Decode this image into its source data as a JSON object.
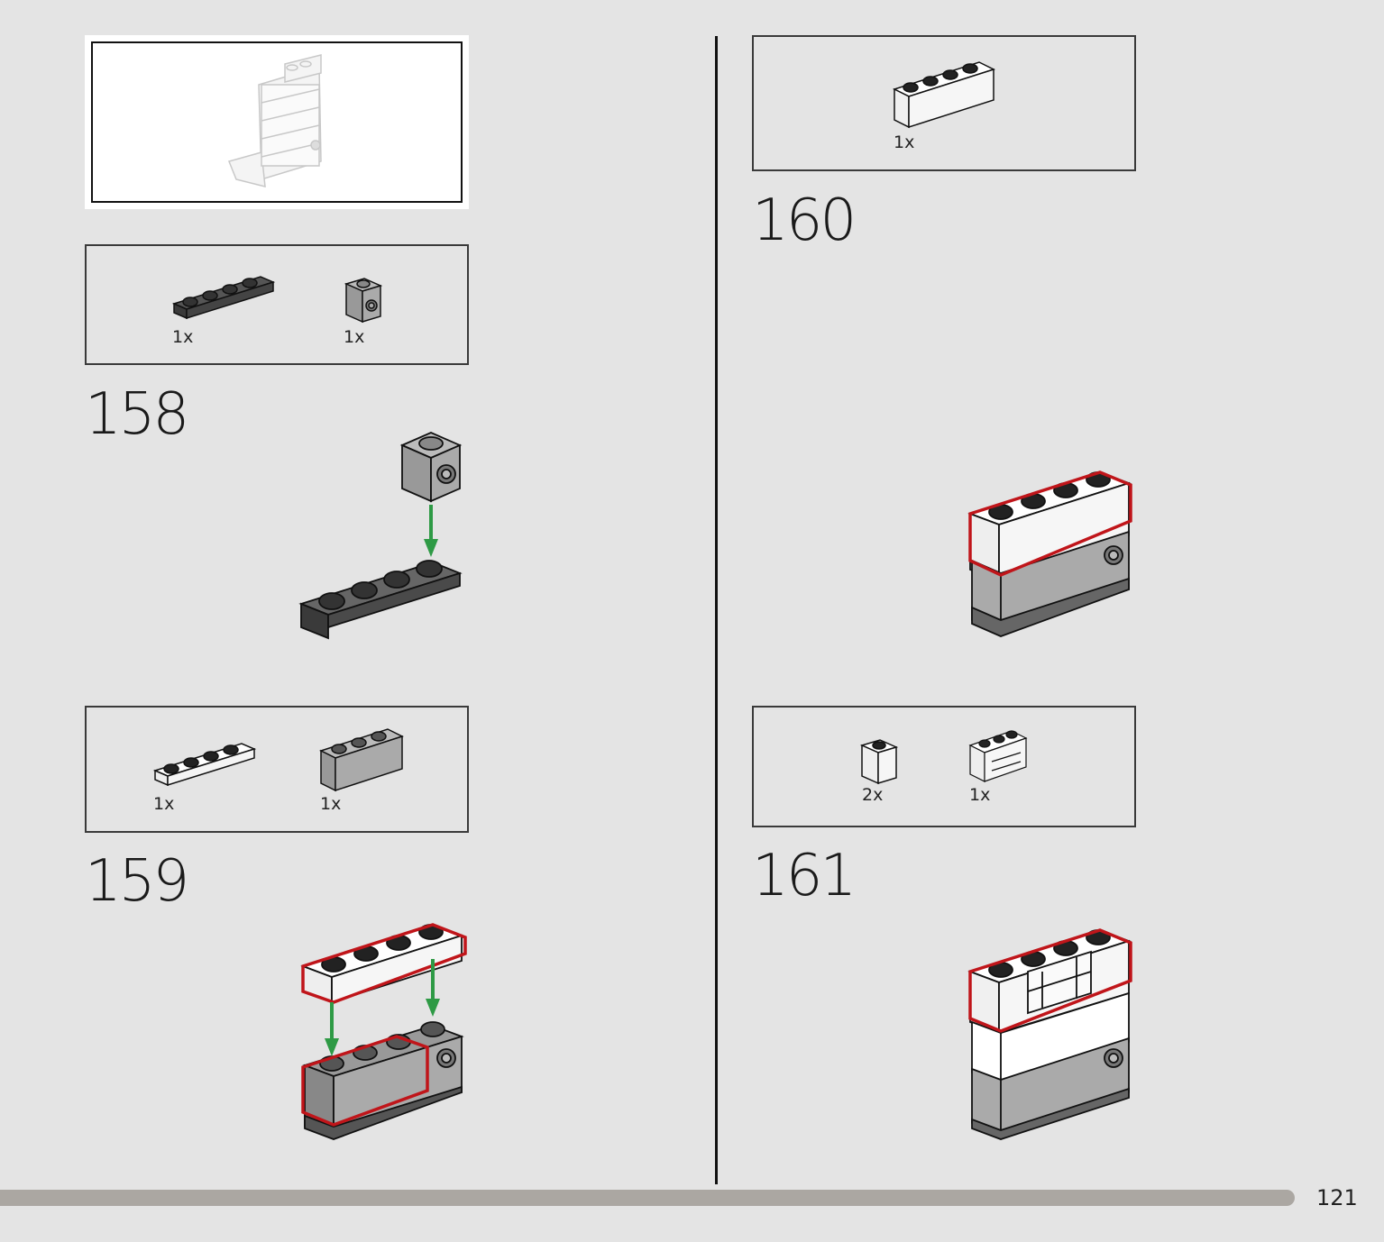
{
  "page": {
    "number": "121"
  },
  "steps": [
    {
      "number": "158",
      "parts": [
        {
          "qty": "1x",
          "icon": "dark-gray-plate-1x4-icon"
        },
        {
          "qty": "1x",
          "icon": "gray-brick-with-stud-1x1-icon"
        }
      ]
    },
    {
      "number": "159",
      "parts": [
        {
          "qty": "1x",
          "icon": "white-plate-1x4-icon"
        },
        {
          "qty": "1x",
          "icon": "gray-brick-1x3-icon"
        }
      ]
    },
    {
      "number": "160",
      "parts": [
        {
          "qty": "1x",
          "icon": "white-brick-1x4-icon"
        }
      ]
    },
    {
      "number": "161",
      "parts": [
        {
          "qty": "2x",
          "icon": "white-brick-1x1-icon"
        },
        {
          "qty": "1x",
          "icon": "white-bricks-assembly-icon"
        }
      ]
    }
  ],
  "colors": {
    "background": "#e4e4e4",
    "highlight_outline": "#c0151a",
    "arrow": "#2e9a45",
    "progress_bar": "#aba7a2"
  }
}
